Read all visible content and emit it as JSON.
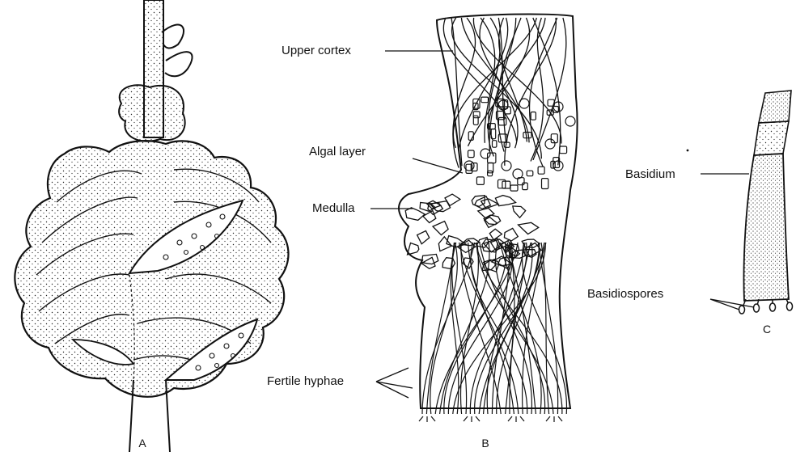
{
  "figures": {
    "a": {
      "letter": "A"
    },
    "b": {
      "letter": "B",
      "labels": {
        "upper_cortex": "Upper cortex",
        "algal_layer": "Algal layer",
        "medulla": "Medulla",
        "fertile_hyphae": "Fertile hyphae"
      }
    },
    "c": {
      "letter": "C",
      "labels": {
        "basidium": "Basidium",
        "basidiospores": "Basidiospores"
      }
    }
  },
  "colors": {
    "ink": "#111111",
    "background": "#ffffff"
  }
}
